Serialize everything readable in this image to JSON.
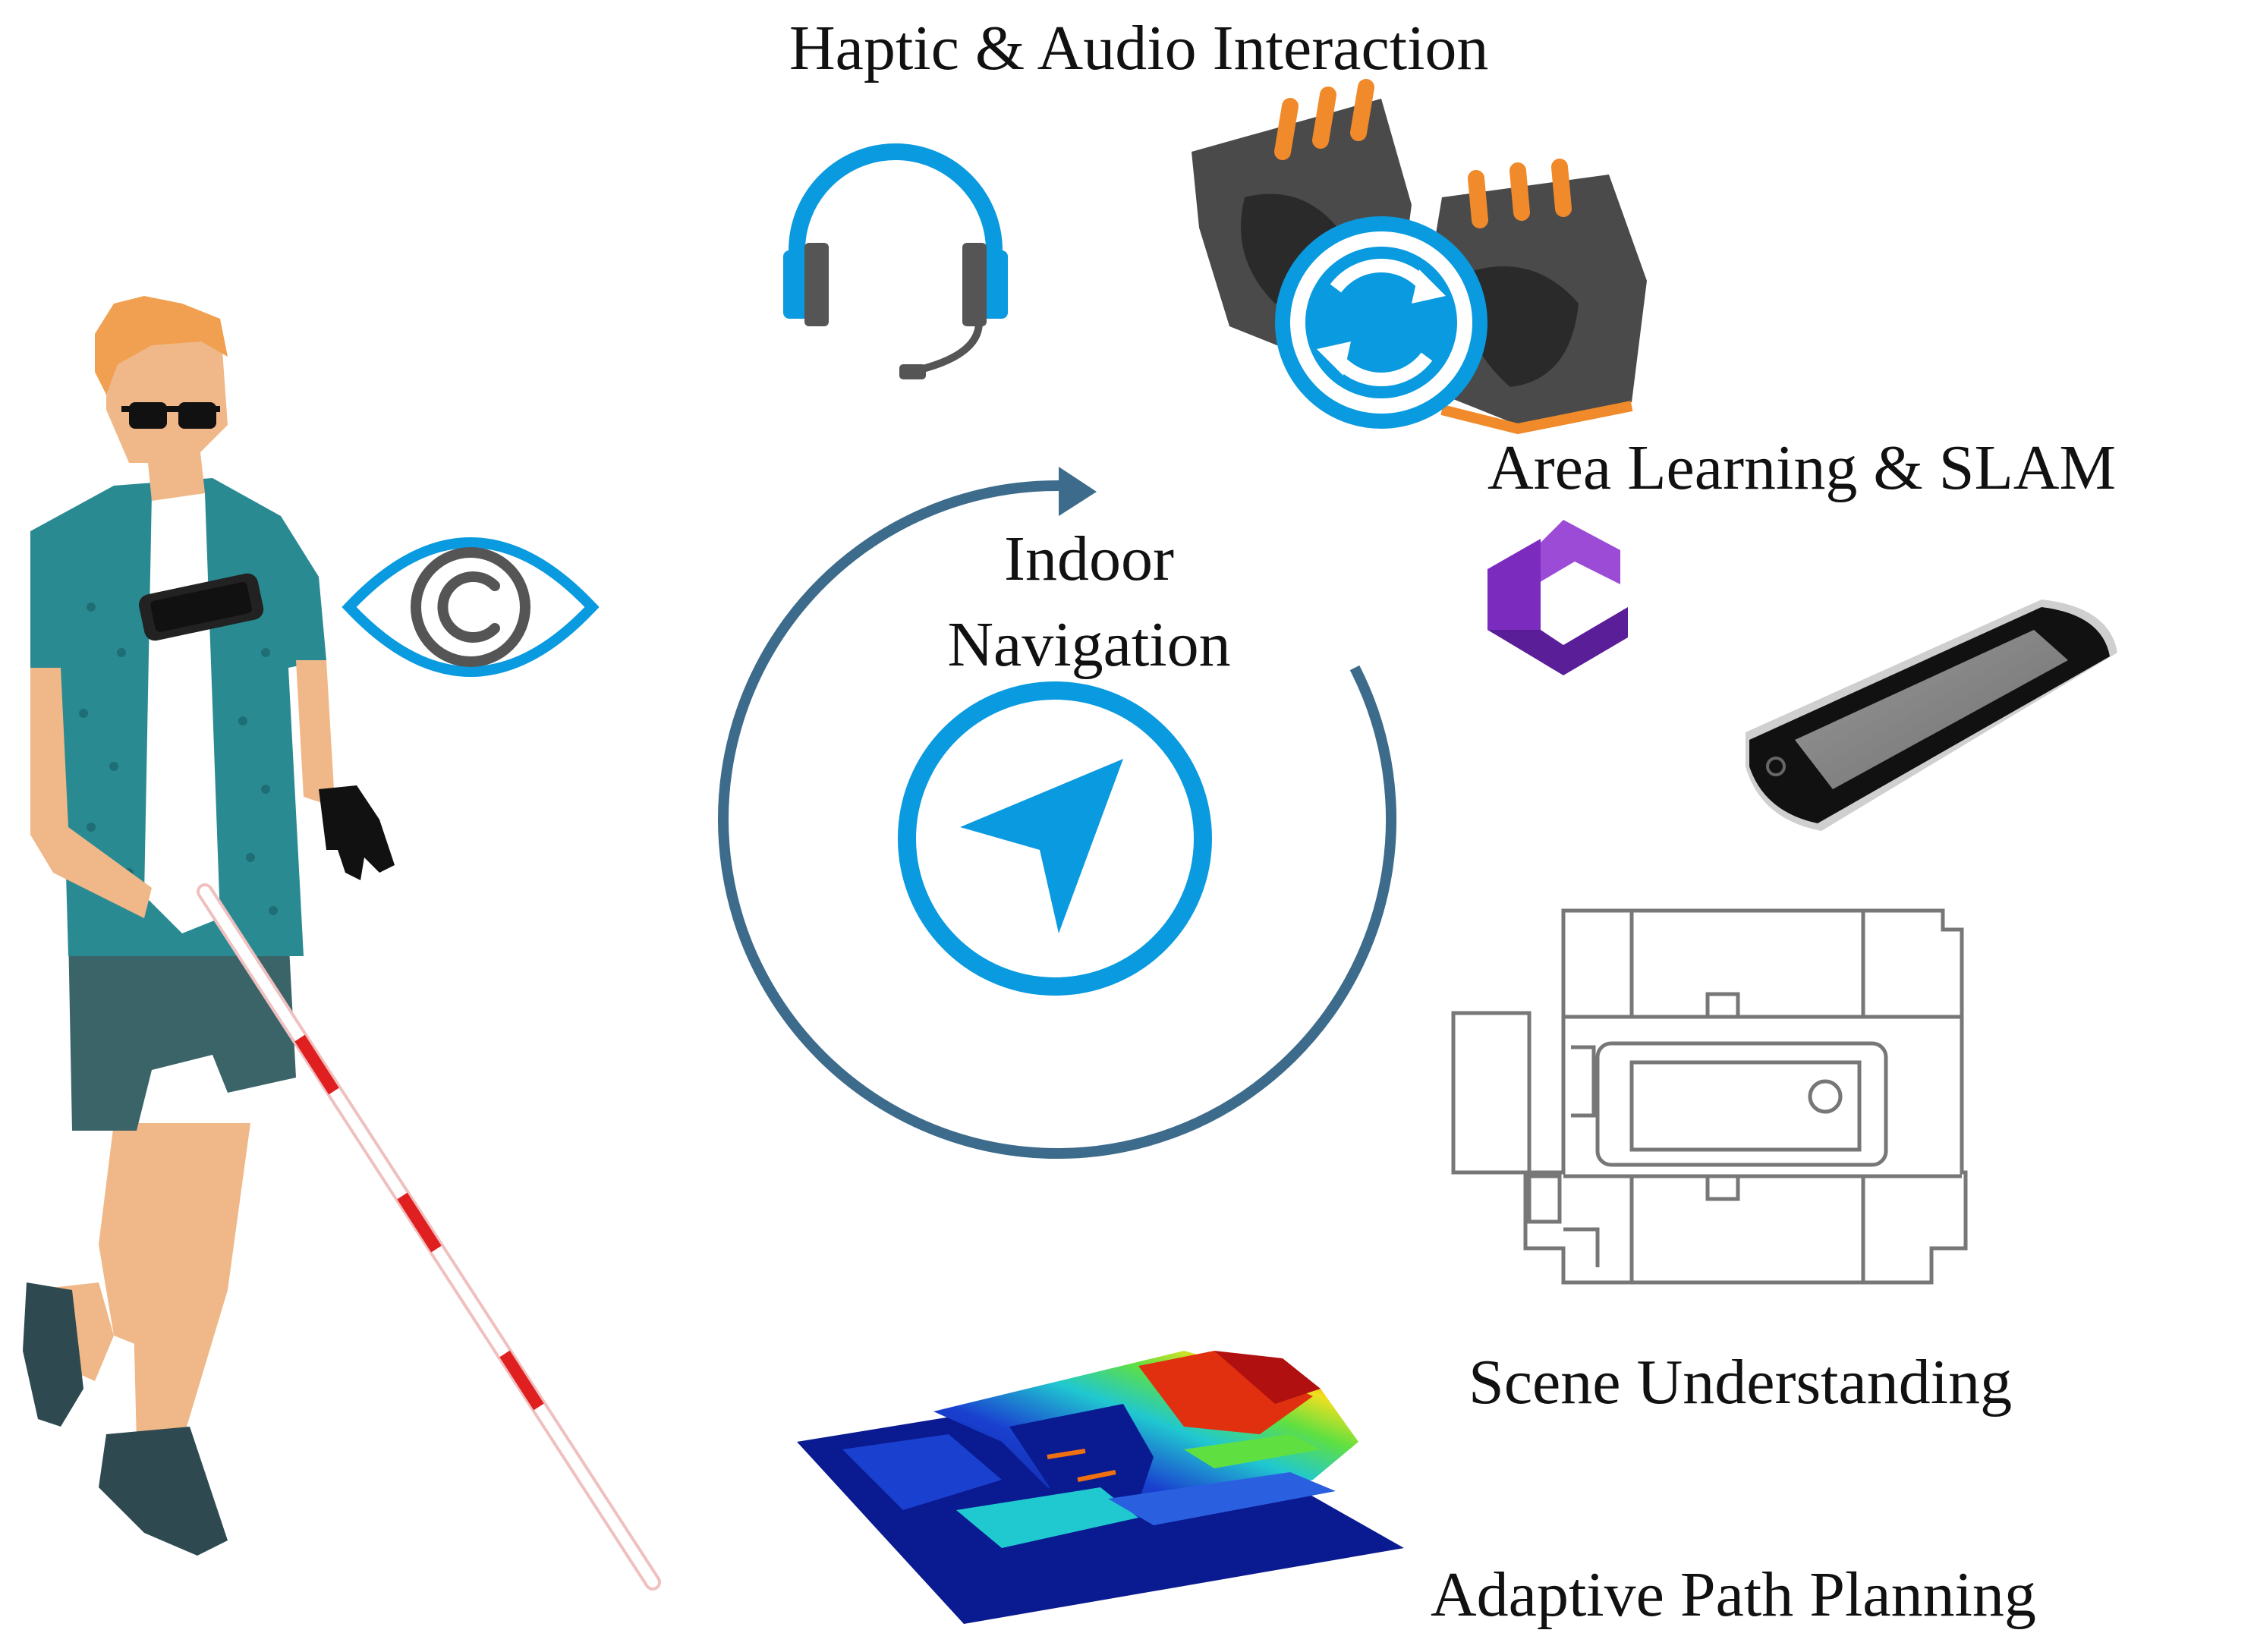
{
  "labels": {
    "haptic_audio": "Haptic & Audio Interaction",
    "area_learning": "Area Learning & SLAM",
    "indoor": "Indoor",
    "navigation": "Navigation",
    "scene_understanding": "Scene Understanding",
    "adaptive_path": "Adaptive Path Planning"
  },
  "colors": {
    "accent_blue": "#0a9ae0",
    "cycle_arrow": "#3d6b8c",
    "glove_gray": "#4a4a4a",
    "glove_orange": "#f08a2a",
    "shirt_teal": "#2a8a92",
    "hair_orange": "#f0a050",
    "cane_red": "#e02020",
    "arcore_purple": "#7b2cbf"
  },
  "icons": [
    "headset-icon",
    "gloves-icon",
    "sync-icon",
    "eye-icon",
    "arcore-logo-icon",
    "smartphone-icon",
    "floor-plan-icon",
    "depth-map-icon",
    "navigation-arrow-icon",
    "blind-person-figure"
  ]
}
